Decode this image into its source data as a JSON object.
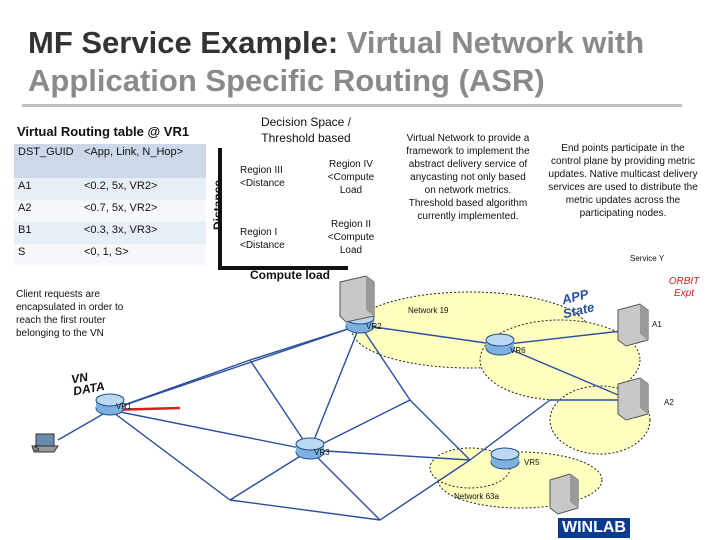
{
  "title": {
    "bold": "MF Service Example:",
    "light": "Virtual Network with Application Specific Routing (ASR)"
  },
  "vrt": {
    "title": "Virtual Routing table @ VR1",
    "header": [
      "DST_GUID",
      "<App, Link, N_Hop>"
    ],
    "rows": [
      [
        "A1",
        "<0.2, 5x, VR2>"
      ],
      [
        "A2",
        "<0.7, 5x, VR2>"
      ],
      [
        "B1",
        "<0.3, 3x, VR3>"
      ],
      [
        "S",
        "<0, 1, S>"
      ]
    ]
  },
  "decision": {
    "title": "Decision Space / Threshold based",
    "ylabel": "Distance",
    "xlabel": "Compute load",
    "region3": "Region III <Distance",
    "region4": "Region IV <Compute Load",
    "region1": "Region I <Distance",
    "region2": "Region II <Compute Load"
  },
  "notes": {
    "vn": "Virtual Network to provide a framework to implement the abstract delivery service of anycasting not only based on network metrics. Threshold based algorithm currently implemented.",
    "endpoints": "End points participate in the control plane by providing metric updates. Native multicast delivery services are used to distribute the metric updates across the participating nodes.",
    "client": "Client requests are encapsulated in order to reach the first router belonging to the VN"
  },
  "labels": {
    "service_y": "Service Y",
    "orbit": "ORBIT Expt",
    "app_state": "APP State",
    "network19": "Network 19",
    "network63": "Network 63a",
    "vn_data": "VN DATA",
    "vr1": "VR1",
    "vr2": "VR2",
    "vr3": "VR3",
    "vr5": "VR5",
    "vr6": "VR6",
    "a1": "A1",
    "a2": "A2",
    "s": "S",
    "winlab": "WINLAB"
  }
}
